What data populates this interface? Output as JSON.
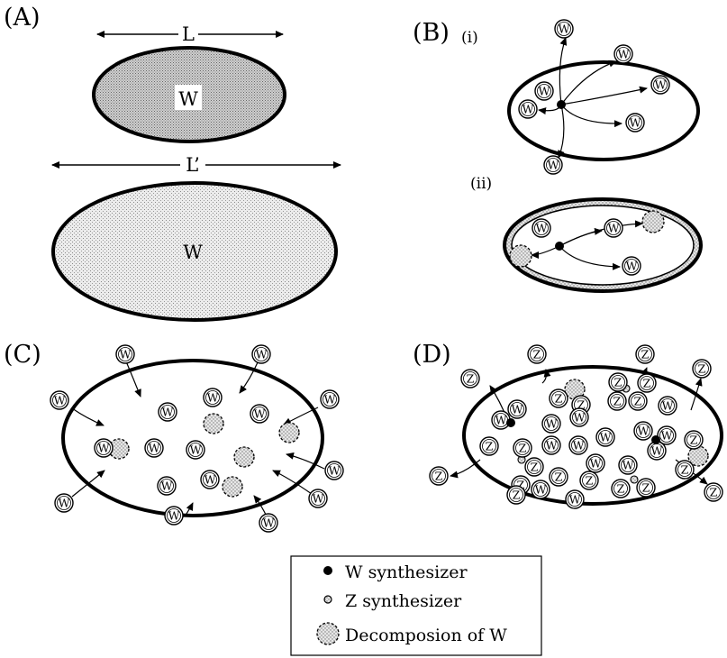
{
  "figure": {
    "panel_a": {
      "label": "(A)",
      "dim_top": "L",
      "dim_bottom": "L’",
      "cell_top": "W",
      "cell_bottom": "W"
    },
    "panel_b": {
      "label": "(B)",
      "sub_i": "(i)",
      "sub_ii": "(ii)"
    },
    "panel_c": {
      "label": "(C)"
    },
    "panel_d": {
      "label": "(D)"
    },
    "molecule_w": "W",
    "molecule_z": "Z"
  },
  "legend": {
    "w_synth": "W synthesizer",
    "z_synth": "Z synthesizer",
    "decomp": "Decomposion of W"
  }
}
